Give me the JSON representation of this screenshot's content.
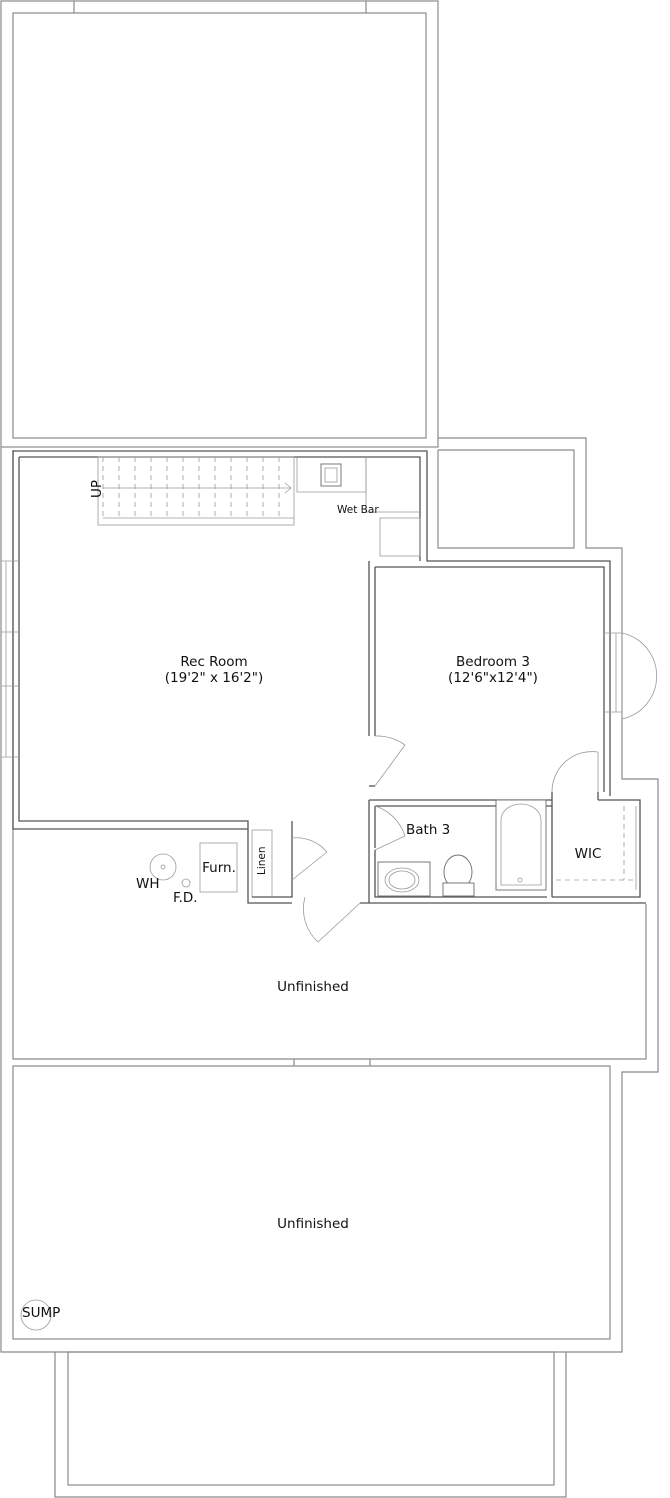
{
  "rooms": {
    "rec_room": {
      "name": "Rec Room",
      "dims": "(19'2\" x 16'2\")"
    },
    "bedroom3": {
      "name": "Bedroom 3",
      "dims": "(12'6\"x12'4\")"
    },
    "bath3": {
      "name": "Bath 3"
    },
    "wic": {
      "name": "WIC"
    },
    "wet_bar": {
      "name": "Wet Bar"
    },
    "linen": {
      "name": "Linen"
    },
    "unfinished_mid": {
      "name": "Unfinished"
    },
    "unfinished_lower": {
      "name": "Unfinished"
    }
  },
  "mechanical": {
    "water_heater": "WH",
    "floor_drain": "F.D.",
    "furnace": "Furn.",
    "sump": "SUMP"
  },
  "stairs": {
    "label": "UP"
  }
}
